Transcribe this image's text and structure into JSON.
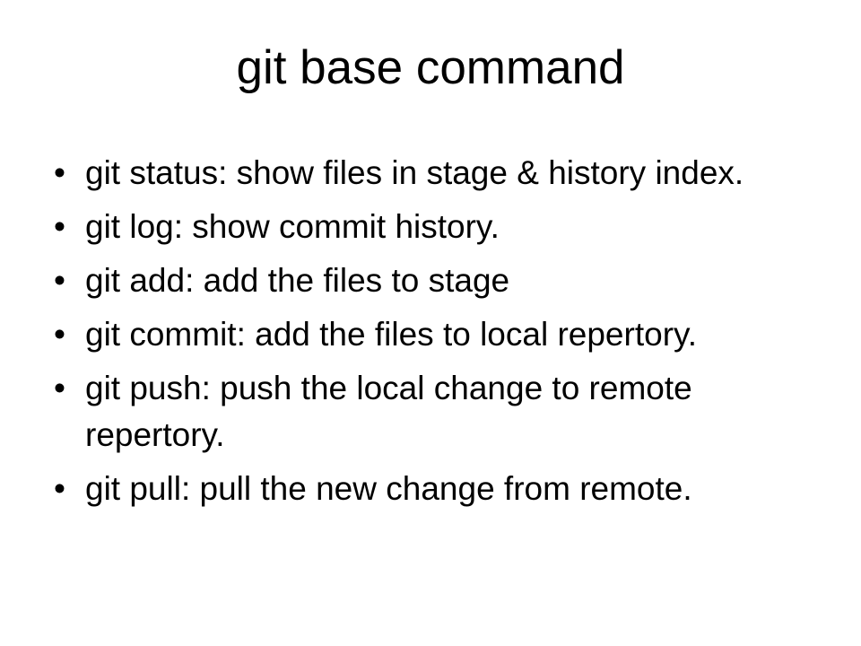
{
  "slide": {
    "title": "git base command",
    "bullet_char": "•",
    "bullets": [
      "git status: show files in stage & history index.",
      "git log: show commit history.",
      "git add: add the files to stage",
      "git commit: add the files to local repertory.",
      "git push: push the local change to remote repertory.",
      "git pull: pull the new change from remote."
    ],
    "colors": {
      "background": "#FFFFFF",
      "text": "#000000"
    }
  }
}
